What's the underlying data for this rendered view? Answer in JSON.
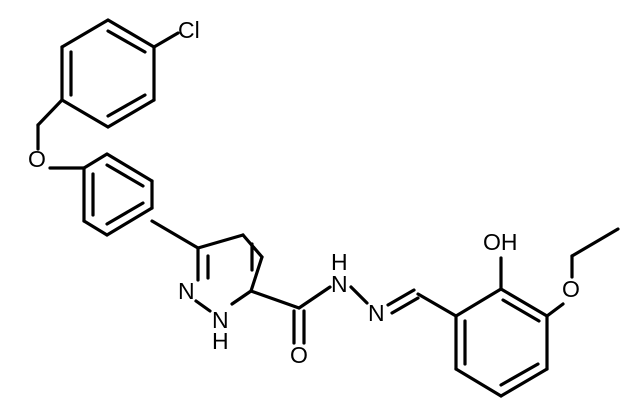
{
  "structure": {
    "colors": {
      "line": "#000000",
      "background": "#ffffff"
    },
    "atoms": {
      "cl": "Cl",
      "ether_o_upper": "O",
      "pyrazole_n": "N",
      "pyrazole_n_label": "N",
      "pyrazole_nh": "H",
      "carbonyl_o": "O",
      "hydrazide_nh_n": "N",
      "hydrazide_nh_h": "H",
      "imine_n": "N",
      "phenol_oh": "OH",
      "ether_o_lower": "O"
    }
  }
}
